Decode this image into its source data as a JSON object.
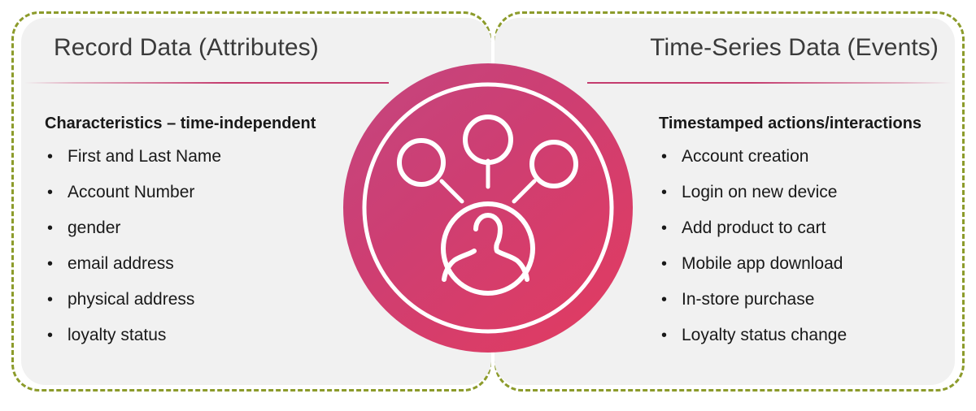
{
  "diagram": {
    "accent_pink": "#C43C6E",
    "frame_green": "#8C9B2B",
    "card_background": "#F1F1F1",
    "center_icon": "customer-network-icon"
  },
  "left_panel": {
    "title": "Record Data (Attributes)",
    "intro": "Characteristics – time-independent",
    "bullet_marker": "•",
    "items": [
      "First and Last Name",
      "Account Number",
      "gender",
      "email address",
      "physical address",
      "loyalty status"
    ]
  },
  "right_panel": {
    "title": "Time-Series Data (Events)",
    "intro": "Timestamped actions/interactions",
    "bullet_marker": "•",
    "items": [
      "Account creation",
      "Login on new device",
      "Add product to cart",
      "Mobile app download",
      "In-store purchase",
      "Loyalty status change"
    ]
  }
}
